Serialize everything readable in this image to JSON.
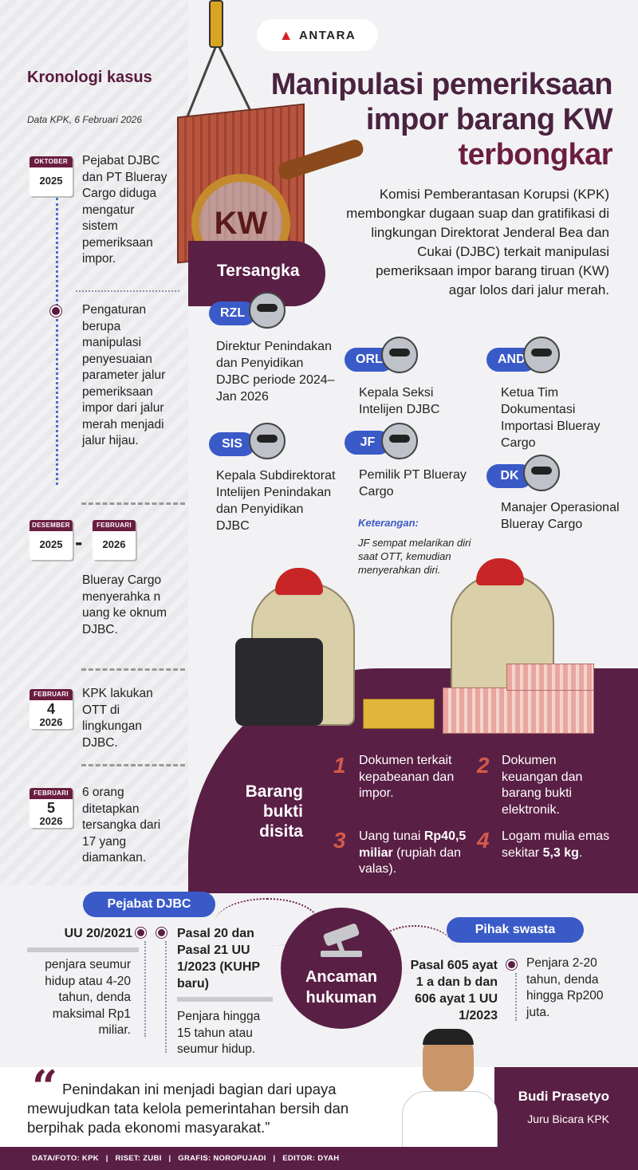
{
  "brand": "ANTARA",
  "headline": {
    "line1": "Manipulasi pemeriksaan",
    "line2": "impor barang KW",
    "line3": "terbongkar"
  },
  "intro": "Komisi Pemberantasan Korupsi (KPK) membongkar dugaan suap dan gratifikasi di lingkungan Direktorat Jenderal Bea dan Cukai (DJBC) terkait manipulasi pemeriksaan impor barang tiruan (KW) agar lolos dari jalur merah.",
  "illustration": {
    "kw_label": "KW"
  },
  "chronology": {
    "title": "Kronologi kasus",
    "subtitle": "Data KPK, 6 Februari 2026",
    "events": [
      {
        "month": "OKTOBER",
        "year": "2025",
        "text": "Pejabat DJBC dan PT Blueray Cargo diduga mengatur sistem pemeriksaan impor."
      },
      {
        "text": "Pengaturan berupa manipulasi penyesuaian parameter jalur pemeriksaan impor dari jalur merah menjadi jalur hijau."
      },
      {
        "month": "DESEMBER",
        "year": "2025",
        "month2": "FEBRUARI",
        "year2": "2026",
        "dash": "-",
        "text": "Blueray Cargo menyerahka n uang ke oknum DJBC."
      },
      {
        "month": "FEBRUARI",
        "day": "4",
        "year": "2026",
        "text": "KPK lakukan OTT di lingkungan DJBC."
      },
      {
        "month": "FEBRUARI",
        "day": "5",
        "year": "2026",
        "text": "6 orang ditetapkan tersangka dari 17 yang diamankan."
      }
    ]
  },
  "suspects": {
    "title": "Tersangka",
    "list": [
      {
        "code": "RZL",
        "desc": "Direktur Penindakan dan Penyidikan DJBC periode 2024–Jan 2026"
      },
      {
        "code": "SIS",
        "desc": "Kepala Subdirektorat Intelijen Penindakan dan Penyidikan DJBC"
      },
      {
        "code": "ORL",
        "desc": "Kepala Seksi Intelijen DJBC"
      },
      {
        "code": "JF",
        "desc": "Pemilik PT Blueray Cargo"
      },
      {
        "code": "AND",
        "desc": "Ketua Tim Dokumentasi Importasi Blueray Cargo"
      },
      {
        "code": "DK",
        "desc": "Manajer Operasional Blueray Cargo"
      }
    ],
    "note_title": "Keterangan:",
    "note_text": "JF sempat melarikan diri saat OTT, kemudian menyerahkan diri."
  },
  "evidence": {
    "title": "Barang bukti disita",
    "items": [
      {
        "num": "1",
        "text": "Dokumen terkait kepabeanan dan impor."
      },
      {
        "num": "2",
        "text": "Dokumen keuangan dan barang bukti elektronik."
      },
      {
        "num": "3",
        "pre": "Uang tunai ",
        "bold": "Rp40,5 miliar",
        "post": " (rupiah dan valas)."
      },
      {
        "num": "4",
        "pre": "Logam mulia emas sekitar ",
        "bold": "5,3 kg",
        "post": "."
      }
    ]
  },
  "threat": {
    "title": "Ancaman hukuman",
    "djbc_label": "Pejabat DJBC",
    "swasta_label": "Pihak swasta",
    "djbc_law1": "UU 20/2021",
    "djbc_pen1": "penjara seumur hidup atau 4-20 tahun, denda maksimal Rp1 miliar.",
    "djbc_law2": "Pasal 20 dan Pasal 21 UU 1/2023 (KUHP baru)",
    "djbc_pen2": "Penjara hingga 15 tahun atau seumur hidup.",
    "swasta_law": "Pasal 605 ayat 1 a dan b dan 606 ayat 1 UU 1/2023",
    "swasta_pen": "Penjara 2-20 tahun, denda hingga Rp200 juta."
  },
  "quote": {
    "mark": "“",
    "text": "Penindakan ini menjadi bagian dari upaya mewujudkan tata kelola pemerintahan bersih dan berpihak pada ekonomi masyarakat.”",
    "name": "Budi Prasetyo",
    "role": "Juru Bicara KPK"
  },
  "footer": "DATA/FOTO: KPK   |   RISET: ZUBI   |   GRAFIS: NOROPUJADI   |   EDITOR: DYAH",
  "colors": {
    "primary": "#5a1f45",
    "accent_blue": "#3a5ac8",
    "accent_red": "#d35a4a"
  }
}
